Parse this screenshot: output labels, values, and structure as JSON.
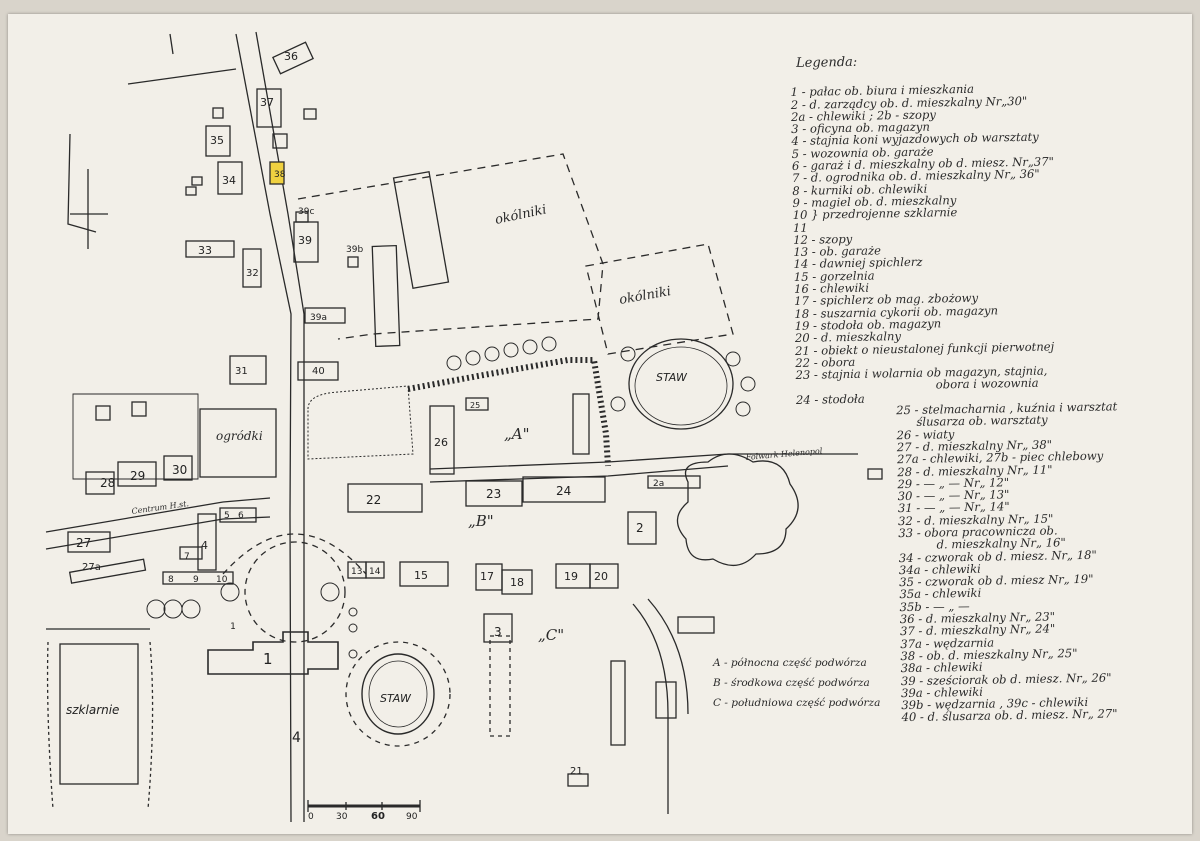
{
  "legend": {
    "title": "Legenda:",
    "items": [
      "1 - pałac ob. biura i mieszkania",
      "2 - d. zarządcy ob. d. mieszkalny Nr„30\"",
      "2a - chlewiki ; 2b - szopy",
      "3 - oficyna ob. magazyn",
      "4 - stajnia koni wyjazdowych ob warsztaty",
      "5 - wozownia ob. garaże",
      "6 - garaż i d. mieszkalny ob d. miesz. Nr„37\"",
      "7 - d. ogrodnika ob. d. mieszkalny Nr„ 36\"",
      "8 - kurniki ob. chlewiki",
      "9 - magiel ob. d. mieszkalny",
      "10 } przedrojenne szklarnie",
      "11",
      "12 - szopy",
      "13 - ob. garaże",
      "14 - dawniej spichlerz",
      "15 - gorzelnia",
      "16 - chlewiki",
      "17 - spichlerz ob mag. zbożowy",
      "18 - suszarnia cykorii ob. magazyn",
      "19 - stodoła ob. magazyn",
      "20 - d. mieszkalny",
      "21 - obiekt o nieustalonej funkcji pierwotnej",
      "22 - obora",
      "23 - stajnia i wolarnia ob magazyn, stajnia,",
      "obora i wozownia",
      "24 - stodoła",
      "25 - stelmacharnia , kuźnia i warsztat",
      "ślusarza ob. warsztaty",
      "26 - wiaty",
      "27 - d. mieszkalny Nr„ 38\"",
      "27a - chlewiki, 27b - piec chlebowy",
      "28 - d. mieszkalny Nr„ 11\"",
      "29 - — „ — Nr„ 12\"",
      "30 - — „ — Nr„ 13\"",
      "31 - — „ — Nr„ 14\"",
      "32 - d. mieszkalny Nr„ 15\"",
      "33 - obora pracownicza ob.",
      "d. mieszkalny Nr„ 16\"",
      "34 - czworak ob d. miesz. Nr„ 18\"",
      "34a - chlewiki",
      "35 - czworak ob d. miesz Nr„ 19\"",
      "35a - chlewiki",
      "35b - — „ —",
      "36 - d. mieszkalny Nr„ 23\"",
      "37 - d. mieszkalny Nr„ 24\"",
      "37a - wędzarnia",
      "38 - ob. d. mieszkalny Nr„ 25\"",
      "38a - chlewiki",
      "39 - sześciorak ob d. miesz. Nr„ 26\"",
      "39a - chlewiki",
      "39b - wędzarnia , 39c - chlewiki",
      "40 - d. ślusarza ob. d. miesz. Nr„ 27\""
    ]
  },
  "zones": [
    {
      "code": "A",
      "desc": "- północna część podwórza"
    },
    {
      "code": "B",
      "desc": "- środkowa część podwórza"
    },
    {
      "code": "C",
      "desc": "- południowa część podwórza"
    }
  ],
  "map": {
    "zone_marks": [
      "„A\"",
      "„B\"",
      "„C\""
    ],
    "areas": {
      "okolniki_1": "okólniki",
      "okolniki_2": "okólniki",
      "staw_north": "STAW",
      "staw_south": "STAW",
      "ogrodki": "ogródki",
      "szklarnie": "szklarnie",
      "street_centrum": "Centrum H.st.",
      "street_folwark": "Folwark Helenopol"
    },
    "scale": [
      "0",
      "30",
      "60",
      "90"
    ],
    "highlight_color": "#f0d140",
    "ink_color": "#2a2a2a"
  }
}
